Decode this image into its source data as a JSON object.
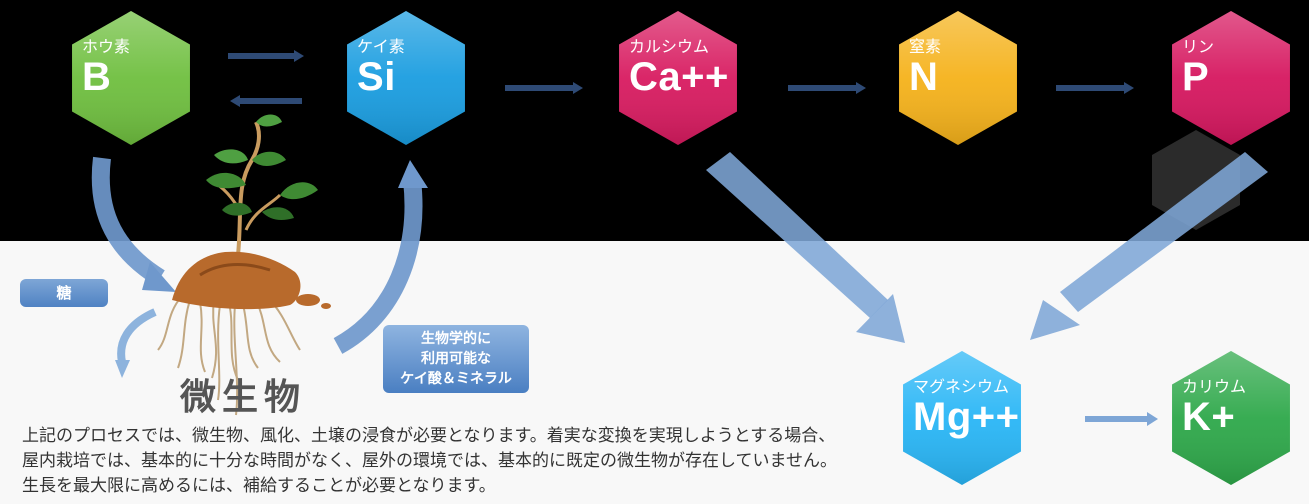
{
  "nodes": [
    {
      "id": "boron",
      "name": "ホウ素",
      "symbol": "B",
      "color": "#6fbf3f"
    },
    {
      "id": "silicon",
      "name": "ケイ素",
      "symbol": "Si",
      "color": "#1a9de0"
    },
    {
      "id": "calcium",
      "name": "カルシウム",
      "symbol": "Ca++",
      "color": "#d81b60"
    },
    {
      "id": "nitrogen",
      "name": "窒素",
      "symbol": "N",
      "color": "#f5b21b"
    },
    {
      "id": "phosphorus",
      "name": "リン",
      "symbol": "P",
      "color": "#d6175f"
    },
    {
      "id": "magnesium",
      "name": "マグネシウム",
      "symbol": "Mg++",
      "color": "#29b6f6"
    },
    {
      "id": "potassium",
      "name": "カリウム",
      "symbol": "K+",
      "color": "#2ea84a"
    }
  ],
  "tags": {
    "sugar": "糖",
    "silica_line1": "生物学的に",
    "silica_line2": "利用可能な",
    "silica_line3": "ケイ酸＆ミネラル"
  },
  "microbe_label": "微生物",
  "description": "上記のプロセスでは、微生物、風化、土壌の浸食が必要となります。着実な変換を実現しようとする場合、屋内栽培では、基本的に十分な時間がなく、屋外の環境では、基本的に既定の微生物が存在していません。生長を最大限に高めるには、補給することが必要となります。",
  "colors": {
    "arrow_dark": "#2e4a75",
    "arrow_light": "#7ea6d6"
  }
}
